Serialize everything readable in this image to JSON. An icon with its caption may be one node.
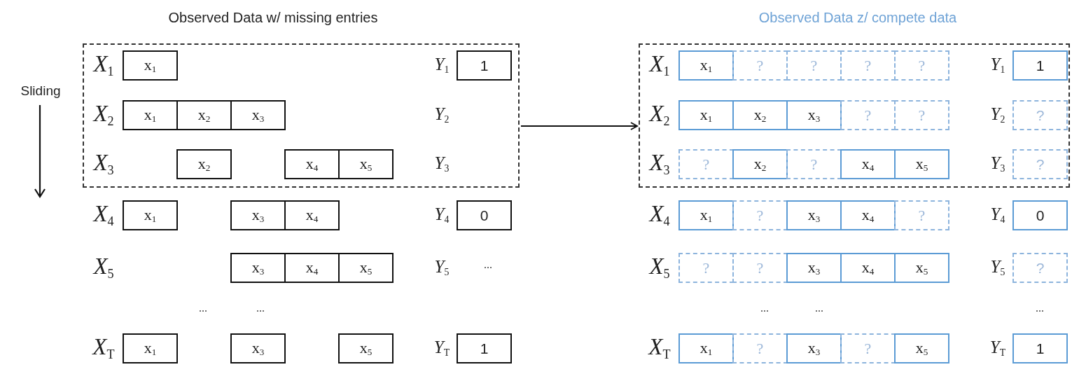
{
  "diagram": {
    "nodes": [
      {
        "text": [],
        "shape": "box"
      },
      {
        "text": [
          "x$_{1}$"
        ],
        "in": 0
      },
      {
        "text": [
          "1"
        ],
        "in": 0
      },
      {
        "text": [
          "x$_{1}$"
        ],
        "in": 0
      },
      {
        "text": [
          "x$_{2}$"
        ],
        "in": 0
      },
      {
        "text": [
          "x$_{3}$"
        ],
        "in": 0
      },
      {
        "text": [
          "x$_{2}$"
        ],
        "in": 0
      },
      {
        "text": [
          "x$_{4}$"
        ],
        "in": 0
      },
      {
        "text": [
          "x$_{5}$"
        ],
        "in": 0
      },
      {
        "text": [
          "x$_{1}$"
        ]
      },
      {
        "text": [
          "x$_{3}$"
        ]
      },
      {
        "text": [
          "x$_{4}$"
        ]
      },
      {
        "text": [
          "0"
        ]
      },
      {
        "text": [
          "x$_{3}$"
        ]
      },
      {
        "text": [
          "x$_{4}$"
        ]
      },
      {
        "text": [
          "x$_{5}$"
        ]
      },
      {
        "text": [
          "x$_{1}$"
        ]
      },
      {
        "text": [
          "x$_{3}$"
        ]
      },
      {
        "text": [
          "x$_{5}$"
        ]
      },
      {
        "text": [
          "1"
        ]
      },
      {
        "text": [],
        "shape": "box"
      },
      {
        "text": [
          "x$_{1}$"
        ],
        "in": 20
      },
      {
        "text": [
          "?"
        ],
        "in": 20
      },
      {
        "text": [
          "?"
        ],
        "in": 20
      },
      {
        "text": [
          "?"
        ],
        "in": 20
      },
      {
        "text": [
          "?"
        ],
        "in": 20
      },
      {
        "text": [
          "1"
        ],
        "in": 20
      },
      {
        "text": [
          "x$_{1}$"
        ],
        "in": 20
      },
      {
        "text": [
          "x$_{2}$"
        ],
        "in": 20
      },
      {
        "text": [
          "x$_{3}$"
        ],
        "in": 20
      },
      {
        "text": [
          "?"
        ],
        "in": 20
      },
      {
        "text": [
          "?"
        ],
        "in": 20
      },
      {
        "text": [
          "?"
        ],
        "in": 20
      },
      {
        "text": [
          "?"
        ],
        "in": 20
      },
      {
        "text": [
          "x$_{2}$"
        ],
        "in": 20
      },
      {
        "text": [
          "?"
        ],
        "in": 20
      },
      {
        "text": [
          "x$_{4}$"
        ],
        "in": 20
      },
      {
        "text": [
          "x$_{5}$"
        ],
        "in": 20
      },
      {
        "text": [
          "?"
        ],
        "in": 20
      },
      {
        "text": [
          "x$_{1}$"
        ]
      },
      {
        "text": [
          "?"
        ]
      },
      {
        "text": [
          "x$_{3}$"
        ]
      },
      {
        "text": [
          "x$_{4}$"
        ]
      },
      {
        "text": [
          "?"
        ]
      },
      {
        "text": [
          "0"
        ]
      },
      {
        "text": [
          "?"
        ]
      },
      {
        "text": [
          "?"
        ]
      },
      {
        "text": [
          "x$_{3}$"
        ]
      },
      {
        "text": [
          "x$_{4}$"
        ]
      },
      {
        "text": [
          "x$_{5}$"
        ]
      },
      {
        "text": [
          "?"
        ]
      },
      {
        "text": [
          "x$_{1}$"
        ]
      },
      {
        "text": [
          "?"
        ]
      },
      {
        "text": [
          "x$_{3}$"
        ]
      },
      {
        "text": [
          "?"
        ]
      },
      {
        "text": [
          "x$_{5}$"
        ]
      },
      {
        "text": [
          "1"
        ]
      }
    ],
    "edges": [
      {
        "from": 0,
        "to": 20,
        "arrow": "to"
      }
    ],
    "labels": [
      "Observed Data w/ missing entries",
      "Observed Data z/ compete data",
      "Sliding",
      "X$_{1}$",
      "Y$_{1}$",
      "X$_{2}$",
      "Y$_{2}$",
      "X$_{3}$",
      "Y$_{3}$",
      "X$_{4}$",
      "Y$_{4}$",
      "X$_{5}$",
      "Y$_{5}$",
      "...",
      "...",
      "...",
      "X$_{T}$",
      "Y$_{T}$",
      "X$_{1}$",
      "Y$_{1}$",
      "X$_{2}$",
      "Y$_{2}$",
      "X$_{3}$",
      "Y$_{3}$",
      "X$_{4}$",
      "Y$_{4}$",
      "X$_{5}$",
      "Y$_{5}$",
      "...",
      "...",
      "...",
      "X$_{T}$",
      "Y$_{T}$"
    ]
  }
}
